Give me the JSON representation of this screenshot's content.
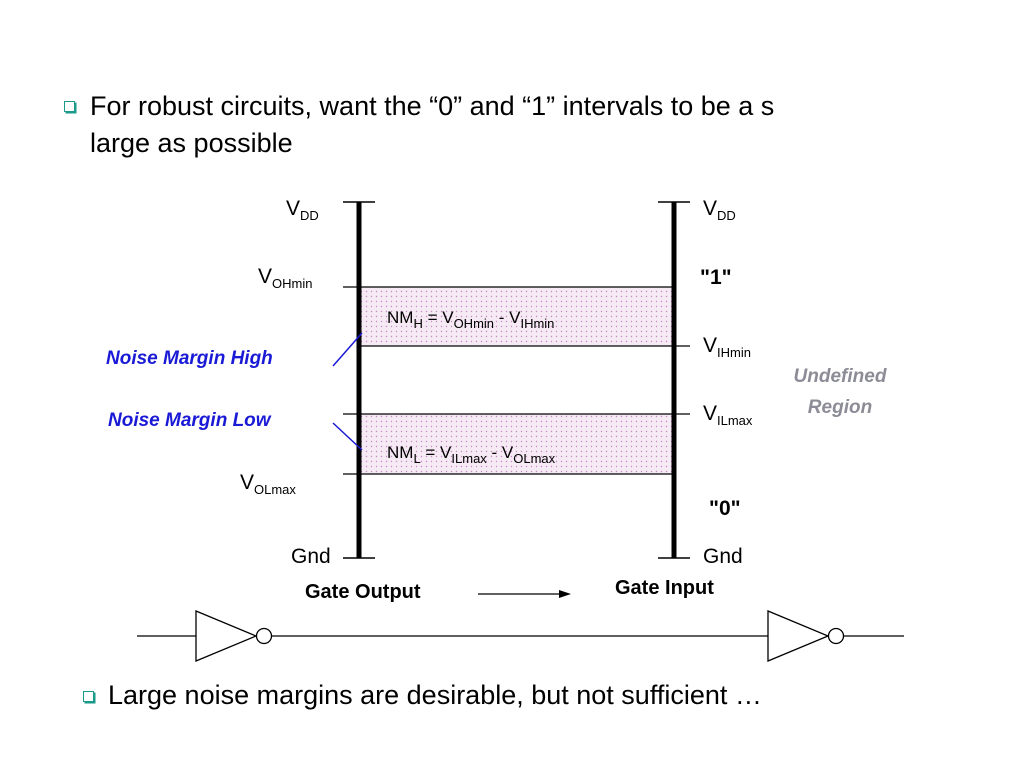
{
  "bullets": [
    {
      "line1": "For robust circuits, want the “0” and “1” intervals to be a s",
      "line2": "large as possible"
    },
    {
      "line1": "Large noise margins are desirable, but not sufficient …"
    }
  ],
  "left_axis": {
    "vdd": {
      "main": "V",
      "sub": "DD"
    },
    "voh": {
      "main": "V",
      "sub": "OHmin"
    },
    "vol": {
      "main": "V",
      "sub": "OLmax"
    },
    "gnd": "Gnd"
  },
  "right_axis": {
    "vdd": {
      "main": "V",
      "sub": "DD"
    },
    "one": "\"1\"",
    "vih": {
      "main": "V",
      "sub": "IHmin"
    },
    "vil": {
      "main": "V",
      "sub": "ILmax"
    },
    "zero": "\"0\"",
    "gnd": "Gnd"
  },
  "equations": {
    "nmh": {
      "a": "NM",
      "a_sub": "H",
      "b": " = V",
      "b_sub": "OHmin",
      "c": " - V",
      "c_sub": "IHmin"
    },
    "nml": {
      "a": "NM",
      "a_sub": "L",
      "b": " = V",
      "b_sub": "ILmax",
      "c": " - V",
      "c_sub": "OLmax"
    }
  },
  "annotations": {
    "noise_margin_high": "Noise Margin High",
    "noise_margin_low": "Noise Margin Low",
    "undefined_line1": "Undefined",
    "undefined_line2": "Region"
  },
  "captions": {
    "gate_output": "Gate Output",
    "gate_input": "Gate Input"
  },
  "colors": {
    "bullet": "#1a9a8a",
    "annotation_blue": "#1a1ad6",
    "undefined_grey": "#8c8c96",
    "margin_fill": "#f6eaf4",
    "margin_dots": "#c48ac4"
  }
}
